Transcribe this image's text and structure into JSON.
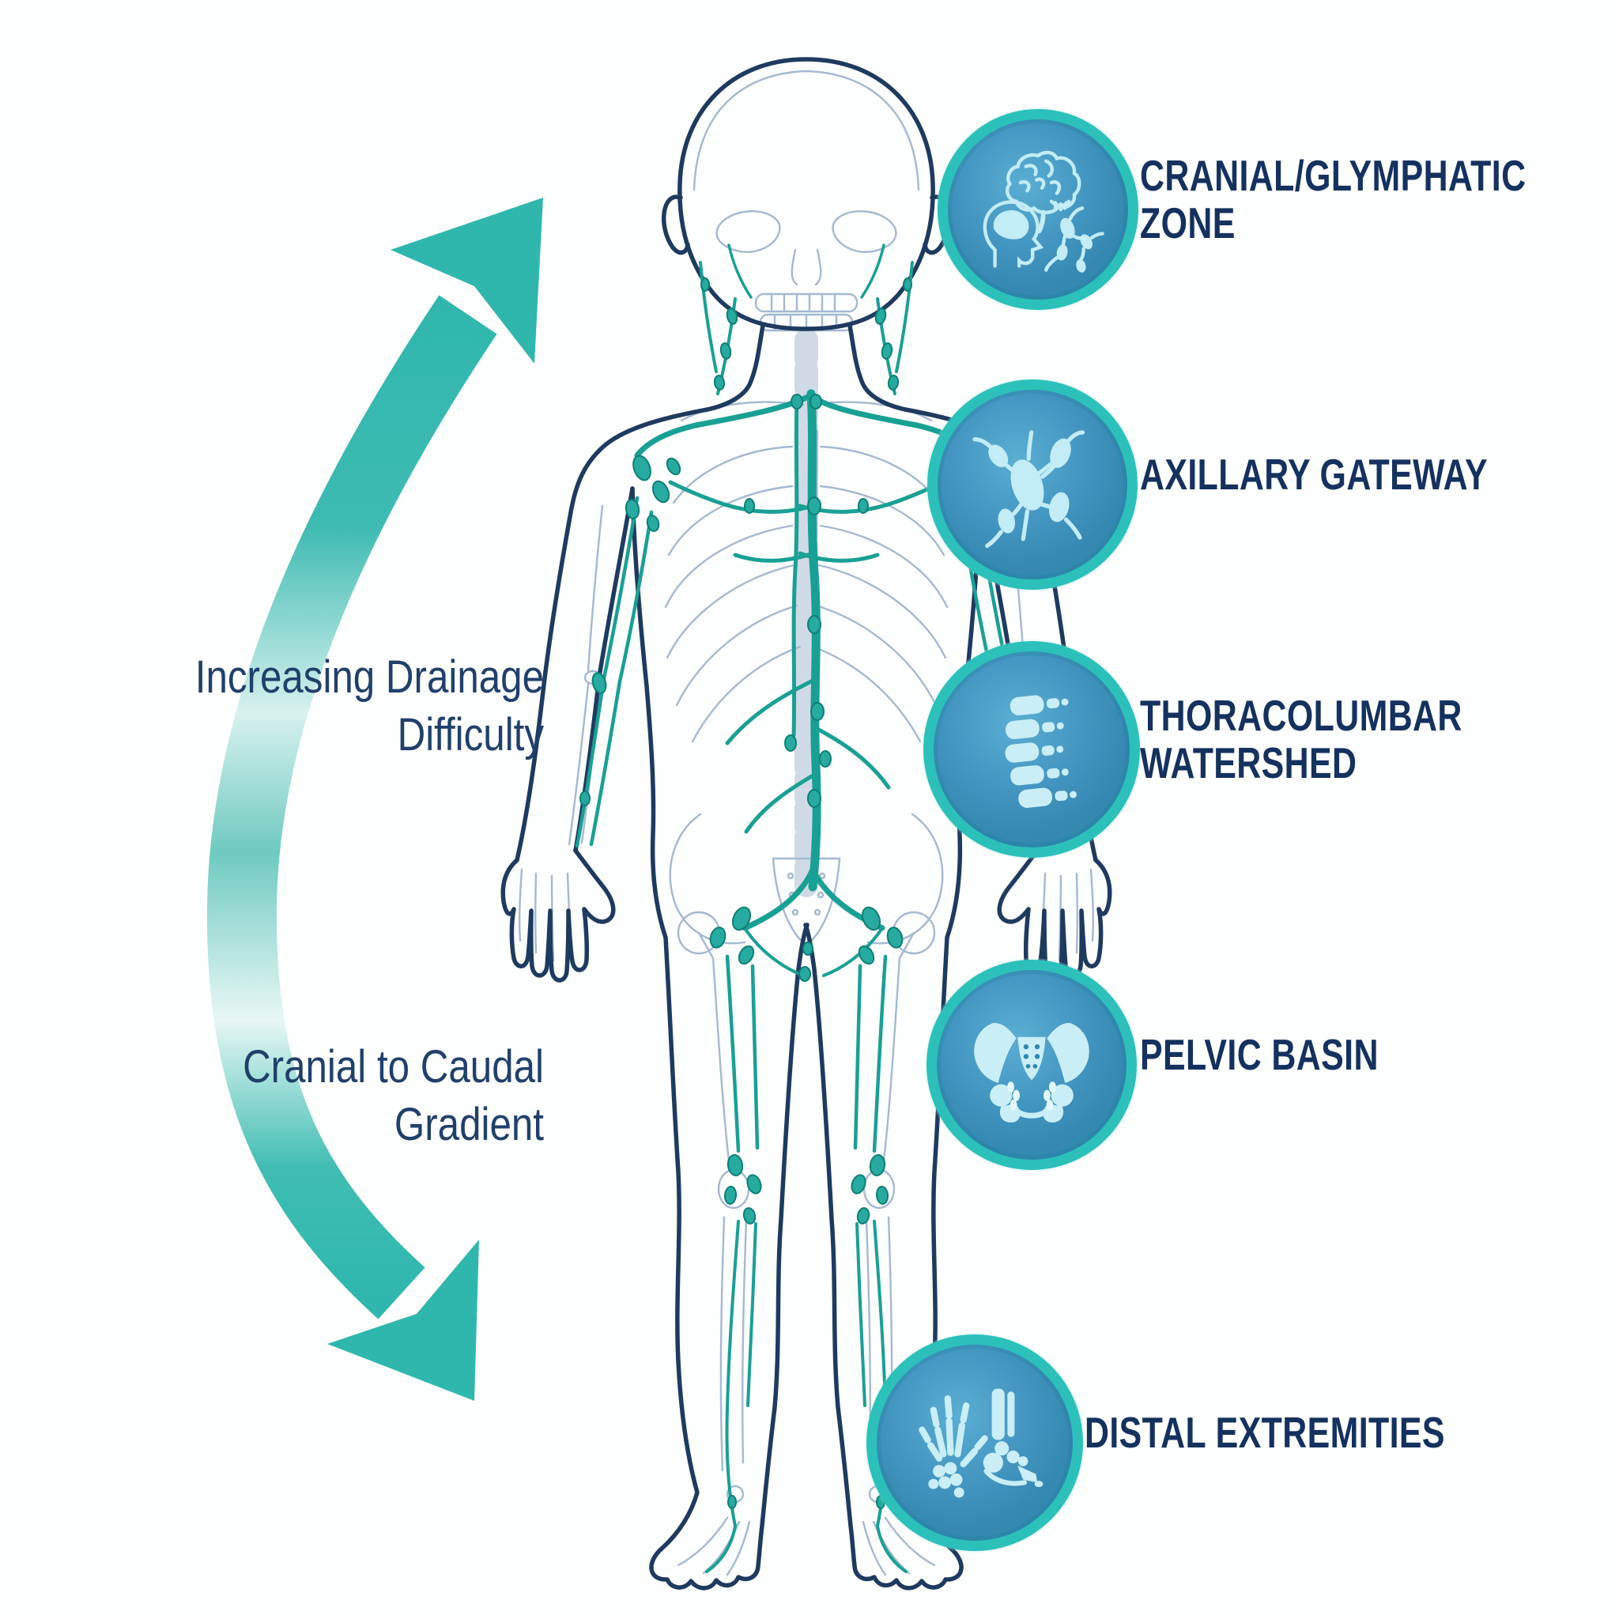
{
  "arrow": {
    "label_upper": {
      "line1": "Increasing Drainage",
      "line2": "Difficulty"
    },
    "label_lower": {
      "line1": "Cranial to Caudal",
      "line2": "Gradient"
    }
  },
  "zones": [
    {
      "id": "cranial-glymphatic",
      "label_line1": "CRANIAL/GLYMPHATIC",
      "label_line2": "ZONE",
      "icon": "brain-head-lymph-icon"
    },
    {
      "id": "axillary-gateway",
      "label_line1": "AXILLARY GATEWAY",
      "icon": "lymph-node-cluster-icon"
    },
    {
      "id": "thoracolumbar-watershed",
      "label_line1": "THORACOLUMBAR",
      "label_line2": "WATERSHED",
      "icon": "spine-icon"
    },
    {
      "id": "pelvic-basin",
      "label_line1": "PELVIC BASIN",
      "icon": "pelvis-icon"
    },
    {
      "id": "distal-extremities",
      "label_line1": "DISTAL EXTREMITIES",
      "icon": "hand-foot-bones-icon"
    }
  ],
  "colors": {
    "arrow_teal": "#2fb7ae",
    "circle_ring_teal": "#2bc1ba",
    "circle_fill_blue": "#3e94bf",
    "icon_tint_cyan": "#c2ecf6",
    "label_navy": "#14315f",
    "body_outline_navy": "#1e3a5f",
    "lymph_teal": "#18a094",
    "skeleton_blue": "#9ab1cc"
  }
}
